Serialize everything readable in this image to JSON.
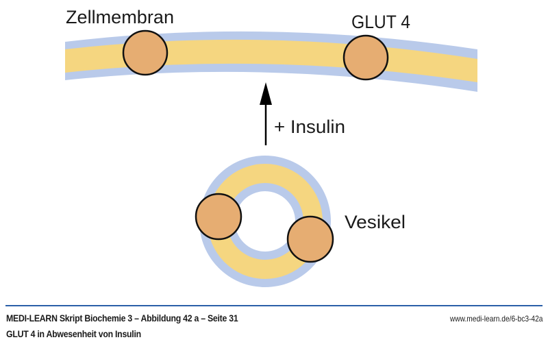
{
  "diagram": {
    "labels": {
      "membrane": "Zellmembran",
      "transporter": "GLUT 4",
      "stimulus": "+ Insulin",
      "vesicle": "Vesikel"
    },
    "colors": {
      "outer_layer": "#b9caea",
      "inner_layer": "#f5d680",
      "transporter_fill": "#e6ad72",
      "outline": "#111111",
      "arrow": "#000000"
    }
  },
  "footer": {
    "title": "MEDI-LEARN Skript Biochemie 3 – Abbildung 42 a – Seite 31",
    "subtitle": "GLUT 4 in Abwesenheit von Insulin",
    "url": "www.medi-learn.de/6-bc3-42a",
    "rule_color": "#2a5fa8"
  }
}
